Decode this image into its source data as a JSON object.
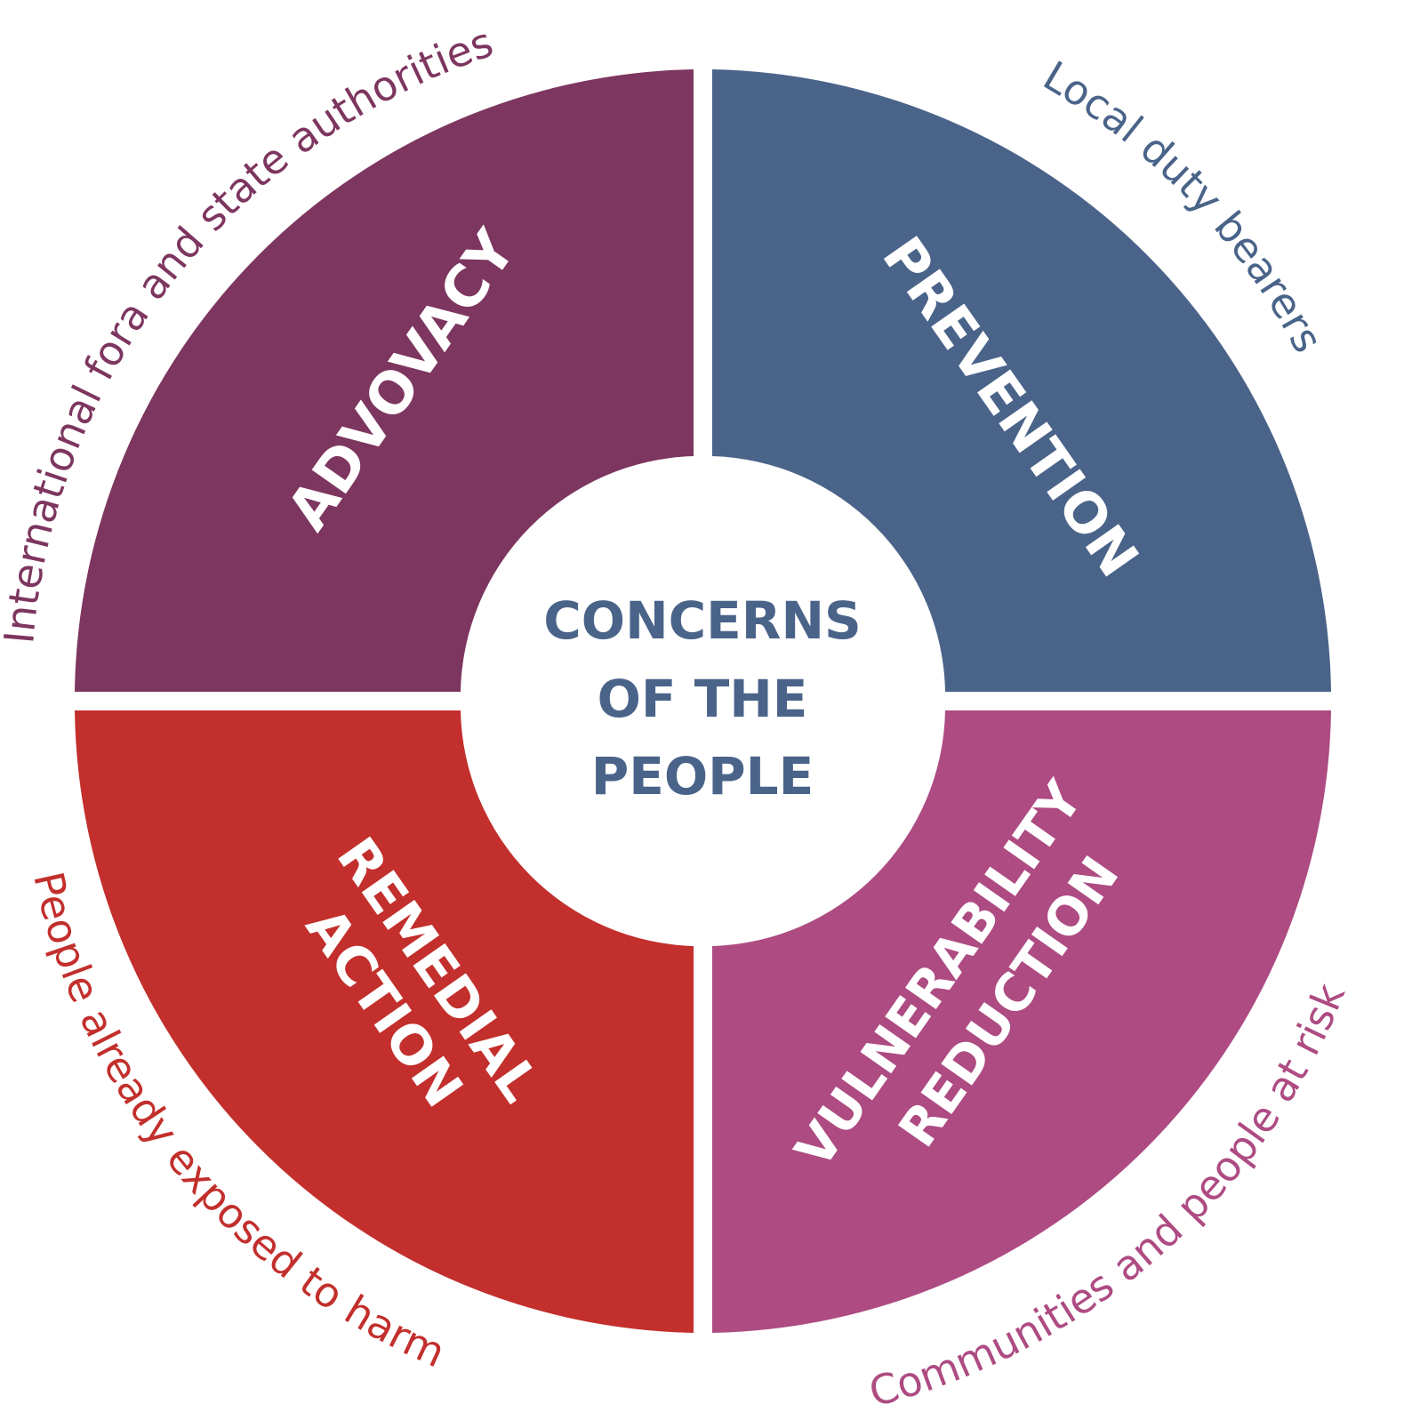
{
  "center": {
    "lines": [
      "CONCERNS",
      "OF THE",
      "PEOPLE"
    ],
    "color": "#4a6389"
  },
  "quadrants": [
    {
      "id": "advocacy",
      "lines": [
        "ADVOVACY"
      ],
      "color": "#7d365f",
      "position": "top-left"
    },
    {
      "id": "prevention",
      "lines": [
        "PREVENTION"
      ],
      "color": "#4a6389",
      "position": "top-right"
    },
    {
      "id": "vulnerability-reduction",
      "lines": [
        "VULNERABILITY",
        "REDUCTION"
      ],
      "color": "#ad4b82",
      "position": "bottom-right"
    },
    {
      "id": "remedial-action",
      "lines": [
        "REMEDIAL",
        "ACTION"
      ],
      "color": "#c22f2c",
      "position": "bottom-left"
    }
  ],
  "outer_labels": [
    {
      "id": "international",
      "text": "International fora and state authorities",
      "color": "#7d365f"
    },
    {
      "id": "local",
      "text": "Local duty bearers",
      "color": "#4a6389"
    },
    {
      "id": "communities",
      "text": "Communities and people at risk",
      "color": "#ad4b82"
    },
    {
      "id": "people",
      "text": "People already exposed to harm",
      "color": "#c22f2c"
    }
  ]
}
